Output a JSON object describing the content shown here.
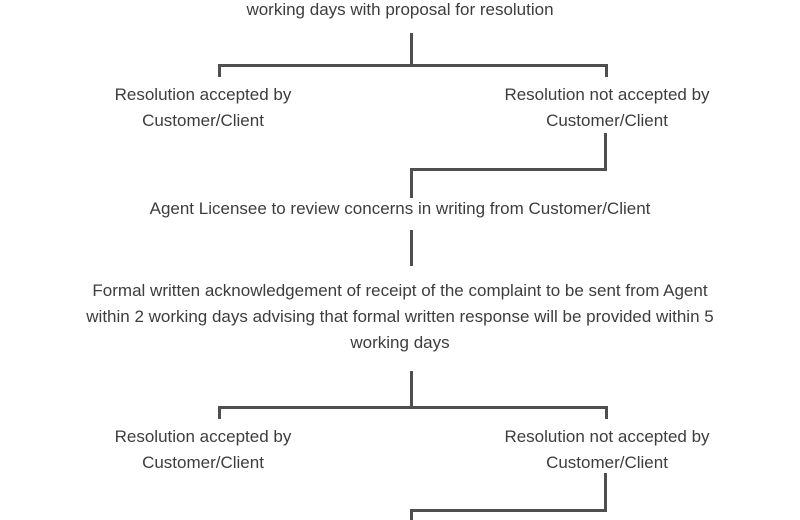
{
  "colors": {
    "background": "#ffffff",
    "text": "#3d3d3d",
    "line": "#4f4f4f"
  },
  "flowchart": {
    "description": "Complaint resolution process flowchart (partially clipped top and bottom)",
    "nodes": [
      {
        "id": "proposal-resolution",
        "lines": [
          "working days with proposal for resolution"
        ]
      },
      {
        "id": "resolution-accepted-top",
        "lines": [
          "Resolution accepted by",
          "Customer/Client"
        ]
      },
      {
        "id": "resolution-not-accepted-top",
        "lines": [
          "Resolution not accepted by",
          "Customer/Client"
        ]
      },
      {
        "id": "agent-review",
        "lines": [
          "Agent Licensee to review concerns in writing from Customer/Client"
        ]
      },
      {
        "id": "formal-acknowledgement",
        "lines": [
          "Formal written acknowledgement of receipt of the complaint to be sent from Agent",
          "within 2 working days advising that formal written response will be provided within 5",
          "working days"
        ]
      },
      {
        "id": "resolution-accepted-bottom",
        "lines": [
          "Resolution accepted by",
          "Customer/Client"
        ]
      },
      {
        "id": "resolution-not-accepted-bottom",
        "lines": [
          "Resolution not accepted by",
          "Customer/Client"
        ]
      }
    ],
    "edges": [
      "proposal-resolution -> resolution-accepted-top",
      "proposal-resolution -> resolution-not-accepted-top",
      "resolution-not-accepted-top -> agent-review",
      "agent-review -> formal-acknowledgement",
      "formal-acknowledgement -> resolution-accepted-bottom",
      "formal-acknowledgement -> resolution-not-accepted-bottom",
      "resolution-not-accepted-bottom -> (continues below, clipped)"
    ]
  }
}
